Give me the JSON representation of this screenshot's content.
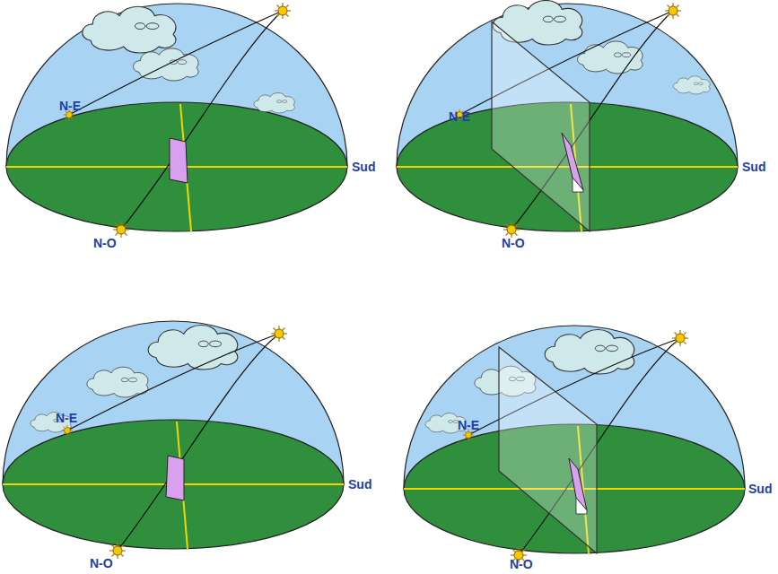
{
  "diagram": {
    "labels": [
      "N-E",
      "Sud",
      "N-O",
      "N-E",
      "Sud",
      "N-O",
      "N-E",
      "Sud",
      "N-O",
      "N-E",
      "Sud",
      "N-O"
    ]
  }
}
